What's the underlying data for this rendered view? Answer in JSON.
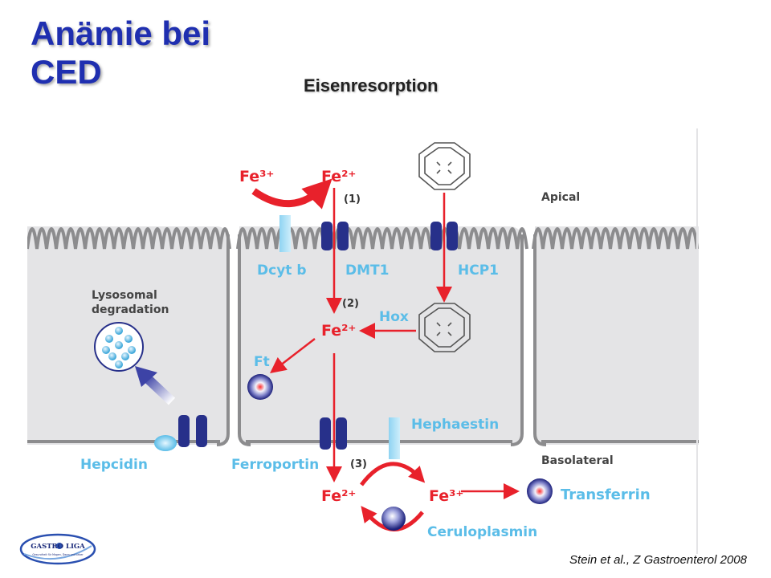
{
  "slide": {
    "title_line1": "Anämie bei",
    "title_line2": "CED",
    "subtitle": "Eisenresorption",
    "citation": "Stein et al., Z Gastroenterol 2008"
  },
  "logo": {
    "text": "GASTRO LIGA",
    "tagline": "Gesundheit für Magen, Darm und Leber"
  },
  "diagram": {
    "labels": {
      "fe3_top": "Fe³⁺",
      "fe2_top": "Fe²⁺",
      "step1": "(1)",
      "step2": "(2)",
      "step3": "(3)",
      "apical": "Apical",
      "basolateral": "Basolateral",
      "dcytb": "Dcyt b",
      "dmt1": "DMT1",
      "hcp1": "HCP1",
      "hox": "Hox",
      "fe2_mid": "Fe²⁺",
      "ft": "Ft",
      "lysosomal1": "Lysosomal",
      "lysosomal2": "degradation",
      "hepcidin": "Hepcidin",
      "ferroportin": "Ferroportin",
      "hephaestin": "Hephaestin",
      "fe2_bottom": "Fe²⁺",
      "fe3_bottom": "Fe³⁺",
      "transferrin": "Transferrin",
      "ceruloplasmin": "Ceruloplasmin"
    },
    "colors": {
      "red": "#e8212b",
      "blue_label": "#5bbde8",
      "dark_blue": "#27308a",
      "cell": "#e4e4e6",
      "membrane": "#8c8c8e"
    }
  }
}
